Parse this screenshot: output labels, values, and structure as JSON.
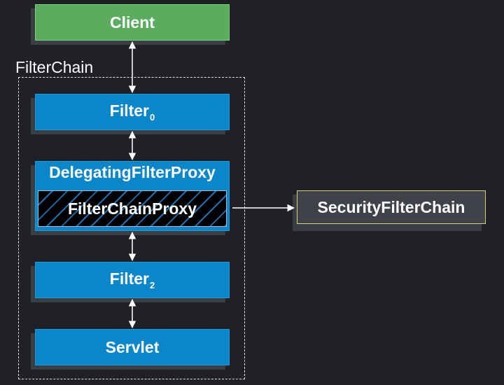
{
  "diagram": {
    "client": "Client",
    "group_label": "FilterChain",
    "filter0": {
      "text": "Filter",
      "sub": "0"
    },
    "delegating": "DelegatingFilterProxy",
    "chain_proxy": "FilterChainProxy",
    "security_chain": "SecurityFilterChain",
    "filter2": {
      "text": "Filter",
      "sub": "2"
    },
    "servlet": "Servlet"
  },
  "colors": {
    "background": "#1f2126",
    "blue": "#0b86c8",
    "green": "#5aac5e",
    "grey": "#3f4249",
    "highlight_border": "#d7cf7a"
  }
}
